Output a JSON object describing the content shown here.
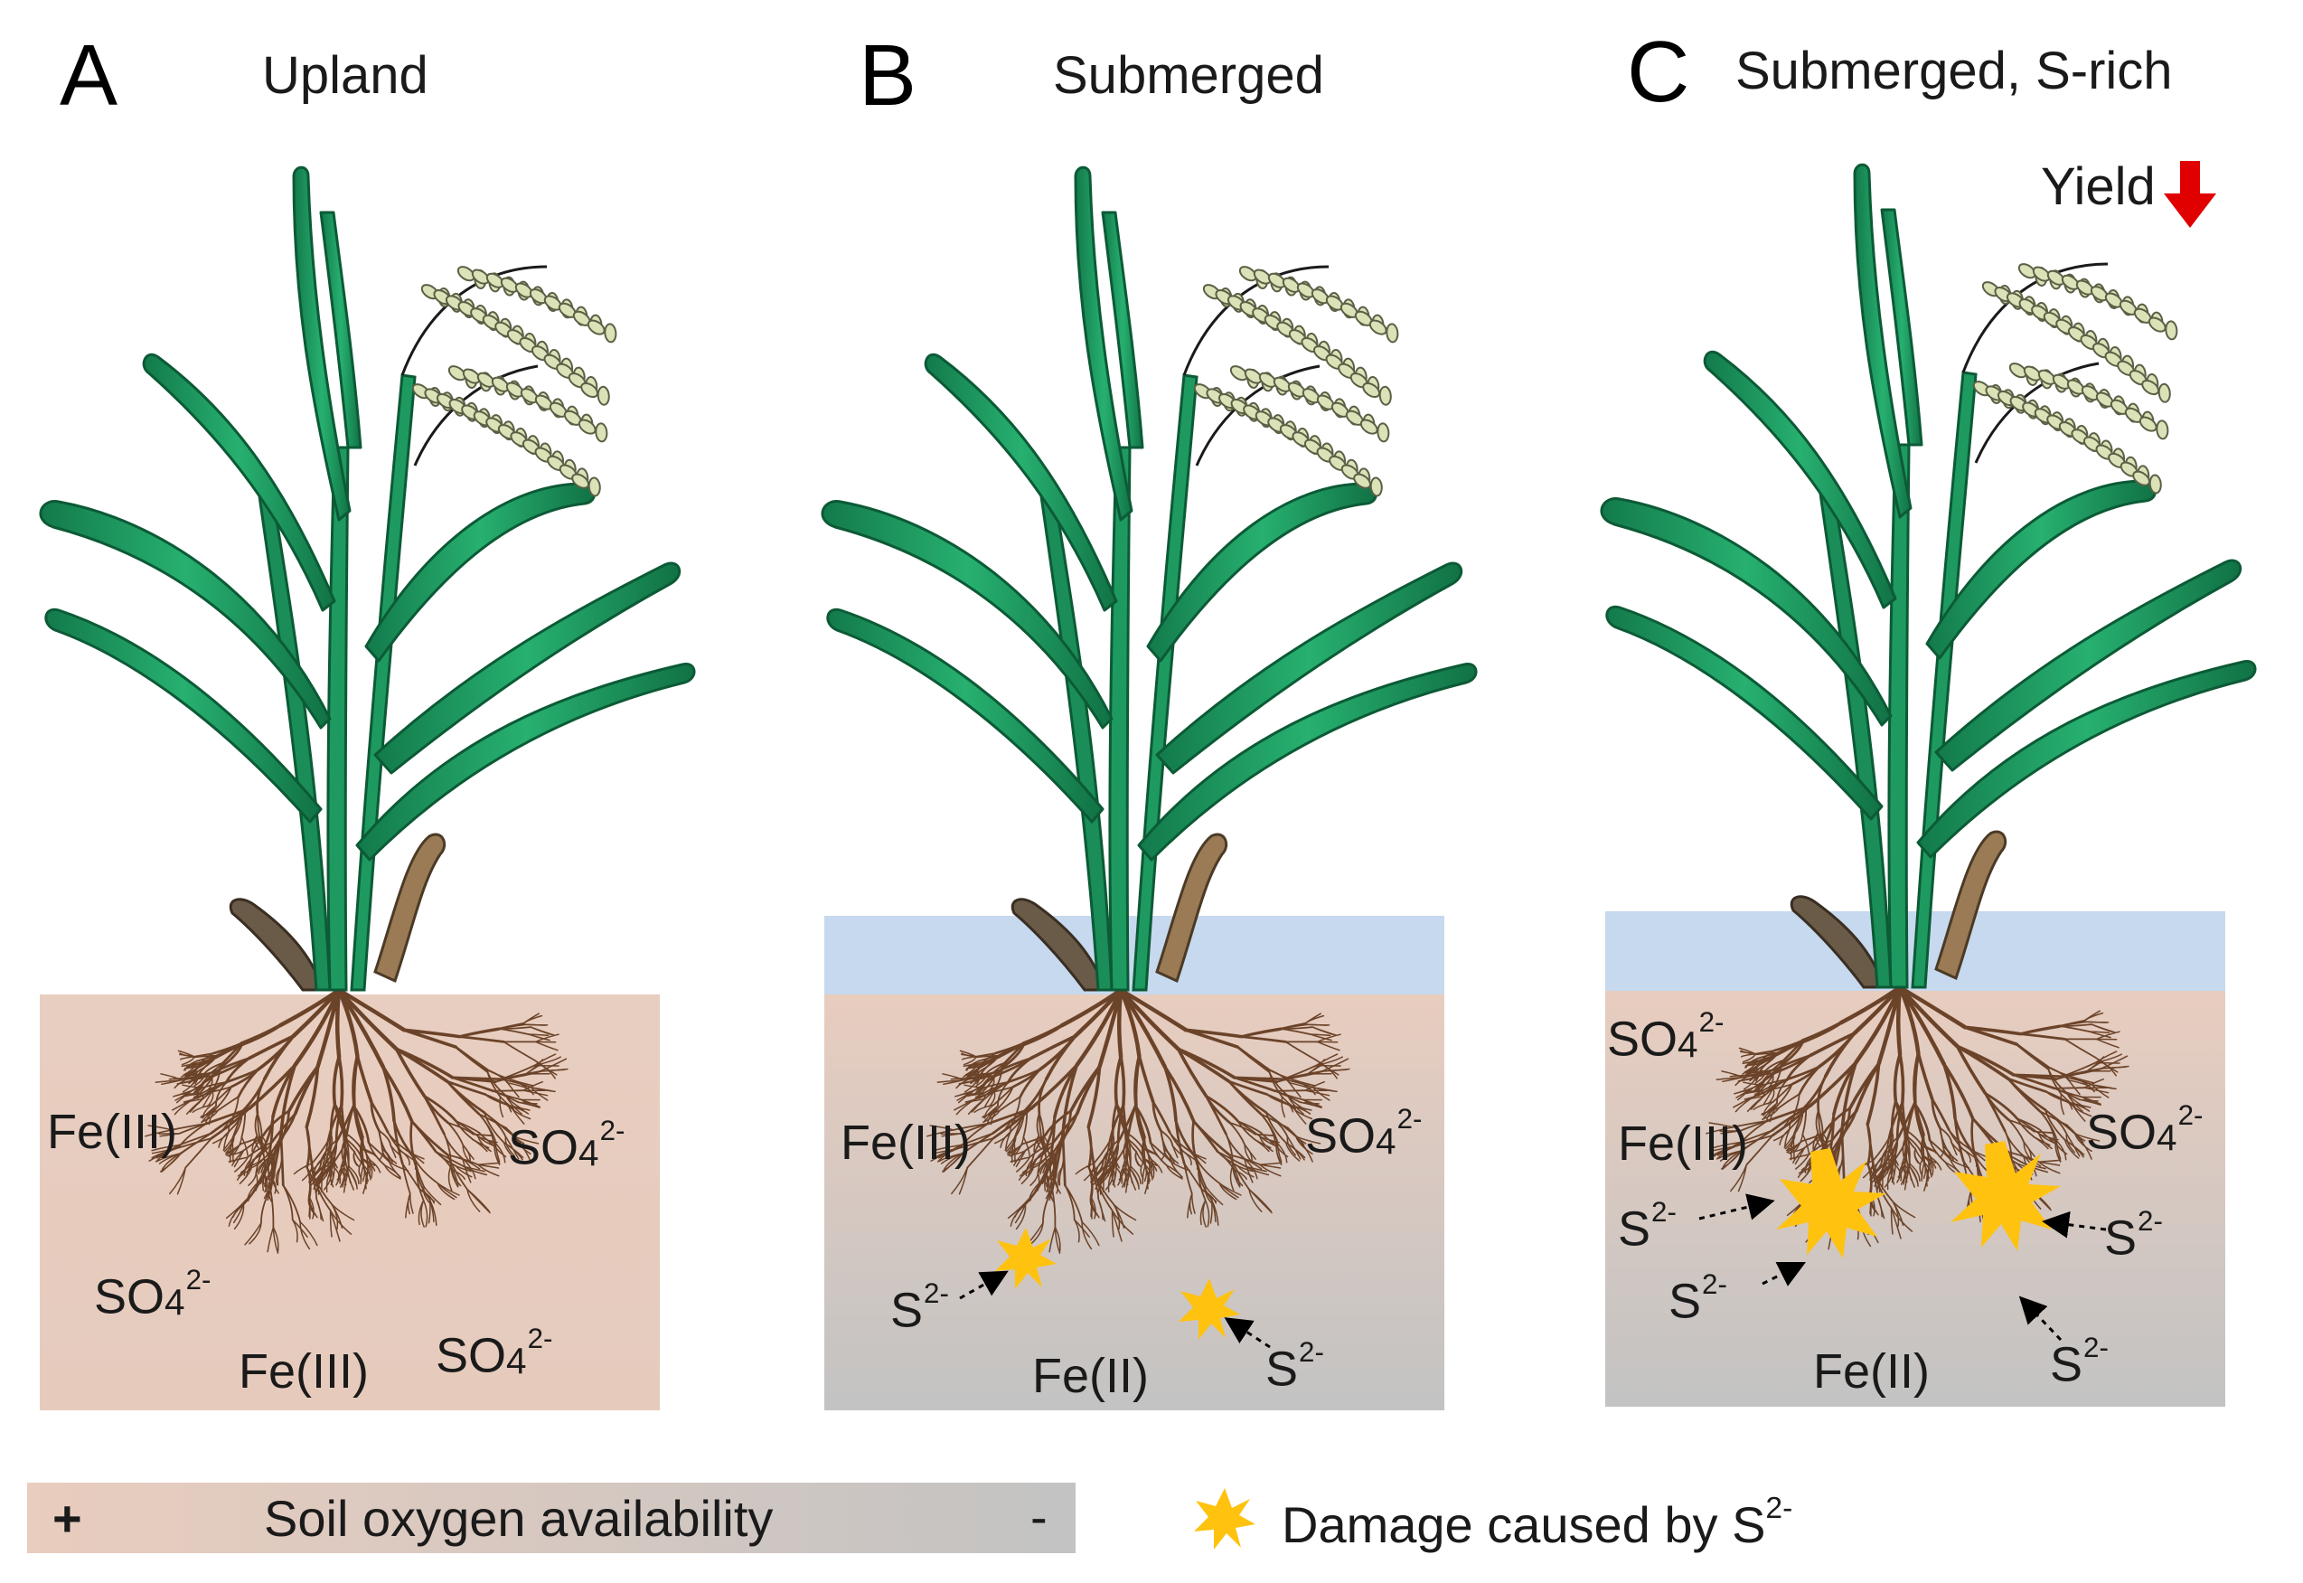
{
  "panels": [
    {
      "letter": "A",
      "title": "Upland",
      "labels": {
        "fe_iii_left": "Fe(III)",
        "so4_right": "SO",
        "so4_bottom_left": "SO",
        "fe_iii_bottom": "Fe(III)",
        "so4_bottom_right": "SO"
      }
    },
    {
      "letter": "B",
      "title": "Submerged",
      "labels": {
        "fe_iii_left": "Fe(III)",
        "so4_right": "SO",
        "s_left": "S",
        "s_right": "S",
        "fe_ii_bottom": "Fe(II)"
      }
    },
    {
      "letter": "C",
      "title": "Submerged, S-rich",
      "yield_label": "Yield",
      "labels": {
        "so4_top_left": "SO",
        "fe_iii_left": "Fe(III)",
        "so4_right": "SO",
        "s_left_1": "S",
        "s_left_2": "S",
        "s_right_1": "S",
        "s_right_2": "S",
        "fe_ii_bottom": "Fe(II)"
      }
    }
  ],
  "chem": {
    "sulfate_subscript": "4",
    "sulfate_charge": "2-",
    "sulfide_charge": "2-"
  },
  "legend": {
    "oxygen_plus": "+",
    "oxygen_label": "Soil oxygen availability",
    "oxygen_minus": "-",
    "damage_label": "Damage caused by S",
    "damage_charge": "2-"
  },
  "colors": {
    "oxic_soil": "#e7cdbf",
    "anoxic_soil": "#c3c3c3",
    "water": "#c6d9ee",
    "leaf": "#1f9c63",
    "leaf_dark": "#0c5a36",
    "grain": "#d9dfb6",
    "root": "#6b4329",
    "sulfide_damage": "#ffc20e",
    "yield_arrow": "#e00000"
  }
}
